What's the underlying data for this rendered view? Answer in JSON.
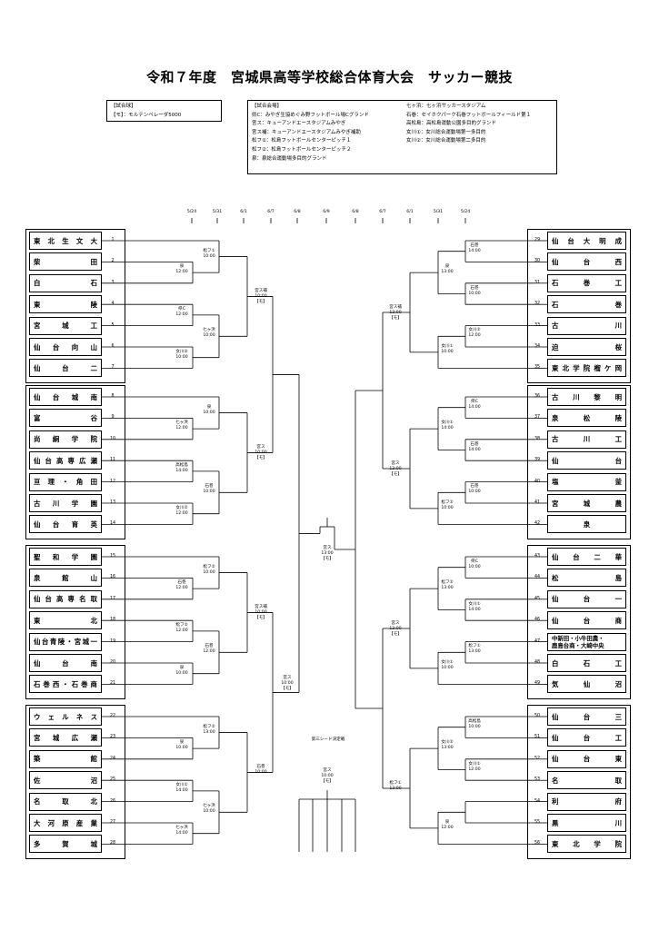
{
  "title": "令和７年度　宮城県高等学校総合体育大会　サッカー競技",
  "info_box": {
    "lines": [
      "【試合球】",
      "【モ】：モルテンペレーダ5000"
    ]
  },
  "venue_box": {
    "col1": [
      "【試合会場】",
      "県C：みやぎ生協めぐみ野フットボール場Cグランド",
      "宮ス：キューアンドエースタジアムみやぎ",
      "宮ス補：キューアンドエースタジアムみやぎ補助",
      "松フ①：松島フットボールセンターピッチ１",
      "松フ②：松島フットボールセンターピッチ２",
      "泉：泉総合運動場多目的グランド"
    ],
    "col2": [
      "",
      "七ヶ浜：七ヶ浜サッカースタジアム",
      "石巻：セイホクパーク石巻フットボールフィールド第１",
      "高松島：高松島運動公園多目的グランド",
      "女川①：女川総合運動場第一多目的",
      "女川②：女川総合運動場第二多目的"
    ]
  },
  "dates": [
    "5/24",
    "5/31",
    "6/1",
    "6/7",
    "6/8",
    "6/9",
    "6/8",
    "6/7",
    "6/1",
    "5/31",
    "5/24"
  ],
  "teams_left": [
    "東北生文大",
    "柴田",
    "白石",
    "東陵",
    "宮城工",
    "仙台向山",
    "仙台二",
    "仙台城南",
    "富谷",
    "尚絅学院",
    "仙台高専広瀬",
    "亘理・角田",
    "古川学園",
    "仙台育英",
    "聖和学園",
    "泉館山",
    "仙台高専名取",
    "東北",
    "仙台青陵・宮城一",
    "仙台南",
    "石巻西・石巻商",
    "ウェルネス",
    "宮城広瀬",
    "築館",
    "佐沼",
    "名取北",
    "大河原産業",
    "多賀城"
  ],
  "teams_right": [
    "仙台大明成",
    "仙台西",
    "石巻工",
    "石巻",
    "古川",
    "迫桜",
    "東北学院榴ケ岡",
    "古川黎明",
    "泉松陵",
    "古川工",
    "仙台",
    "塩釜",
    "宮城農",
    "泉",
    "仙台二華",
    "松島",
    "仙台一",
    "仙台商",
    "中新田・小牛田農・|鹿島台商・大崎中央",
    "白石工",
    "気仙沼",
    "仙台三",
    "仙台工",
    "仙台東",
    "名取",
    "利府",
    "黒川",
    "東北学院"
  ],
  "annotations": {
    "l1": [
      "泉\n12:00",
      "県C\n12:00",
      "女川②\n10:00",
      "七ヶ浜\n12:00",
      "高松島\n14:00",
      "女川②\n12:00",
      "石巻\n12:00",
      "松フ②\n12:00",
      "泉\n10:00",
      "泉\n10:00",
      "女川①\n14:00",
      "七ヶ浜\n14:00",
      "高松島\n12:00",
      "女川②\n14:00",
      "七ヶ浜\n10:00"
    ],
    "l2": [
      "松フ①\n10:00",
      "七ヶ浜\n10:00",
      "泉\n10:00",
      "石巻\n10:00",
      "松フ②\n10:00",
      "石巻\n12:00",
      "松フ②\n13:00",
      "七ヶ浜\n10:00"
    ],
    "l3": [
      "宮ス補\n10:00\n【モ】",
      "宮ス\n10:00\n【モ】",
      "宮ス補\n10:00\n【モ】",
      "石巻\n10:00"
    ],
    "l4": [
      "宮ス\n10:00\n【モ】"
    ],
    "final": "宮ス\n13:00\n【モ】",
    "r1": [
      "石巻\n14:00",
      "石巻\n10:00",
      "女川②\n12:00",
      "県C\n14:00",
      "石巻\n14:00",
      "石巻\n10:00",
      "県C\n10:00",
      "女川①\n14:00",
      "松フ①\n13:00",
      "高松島\n10:00",
      "女川①\n12:00"
    ],
    "r2": [
      "泉\n13:00",
      "女川①\n10:00",
      "女川①\n14:00",
      "松フ②\n10:00",
      "松フ②\n13:00",
      "女川①\n10:00",
      "女川②\n13:00",
      "泉\n12:00",
      "松フ②\n14:00",
      "泉\n14:00",
      "女川②\n14:00",
      "女川①\n12:00"
    ],
    "r3": [
      "宮ス補\n13:00\n【モ】",
      "宮ス\n13:00\n【モ】",
      "宮ス\n13:00\n【モ】",
      "松フ①\n13:00",
      "松フ①\n13:00",
      "石巻\n13:00"
    ],
    "third_title": "第三シード決定戦",
    "third": "宮ス\n10:00\n【モ】"
  }
}
